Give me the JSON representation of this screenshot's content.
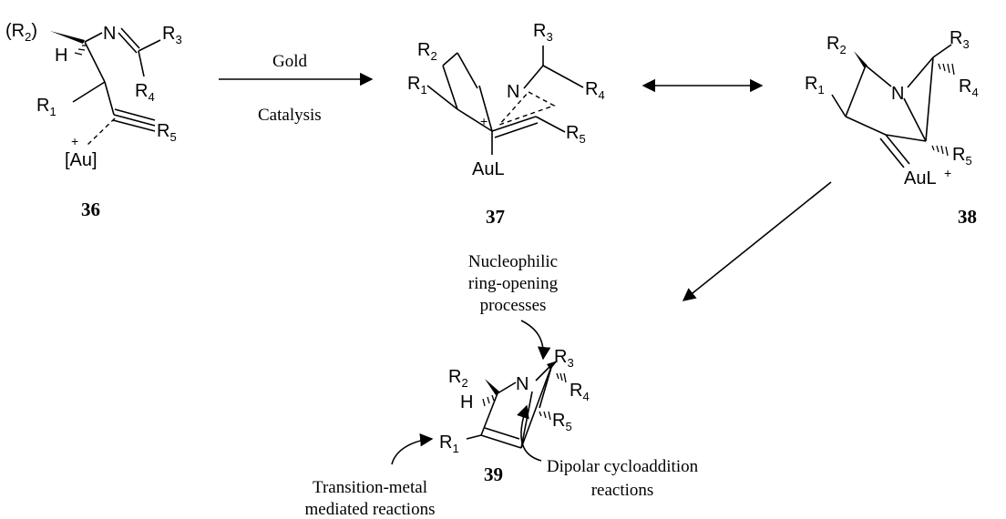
{
  "reaction_arrow": {
    "label_top": "Gold",
    "label_bottom": "Catalysis"
  },
  "compounds": [
    {
      "id": "36",
      "labels": {
        "R2": "(R2)",
        "H": "H",
        "N": "N",
        "R3": "R3",
        "R4": "R4",
        "R1": "R1",
        "R5": "R5",
        "Au": "[Au]",
        "plus": "+"
      }
    },
    {
      "id": "37",
      "labels": {
        "R2": "R2",
        "R1": "R1",
        "N": "N",
        "R3": "R3",
        "R4": "R4",
        "R5": "R5",
        "AuL": "AuL",
        "plus": "+"
      }
    },
    {
      "id": "38",
      "labels": {
        "R2": "R2",
        "R1": "R1",
        "N": "N",
        "R3": "R3",
        "R4": "R4",
        "R5": "R5",
        "AuL": "AuL",
        "plus": "+"
      }
    },
    {
      "id": "39",
      "labels": {
        "R2": "R2",
        "H": "H",
        "N": "N",
        "R3": "R3",
        "R4": "R4",
        "R5": "R5",
        "R1": "R1"
      }
    }
  ],
  "annotations": {
    "nucleophilic": [
      "Nucleophilic",
      "ring-opening",
      "processes"
    ],
    "dipolar": [
      "Dipolar cycloaddition",
      "reactions"
    ],
    "transition": [
      "Transition-metal",
      "mediated reactions"
    ]
  }
}
